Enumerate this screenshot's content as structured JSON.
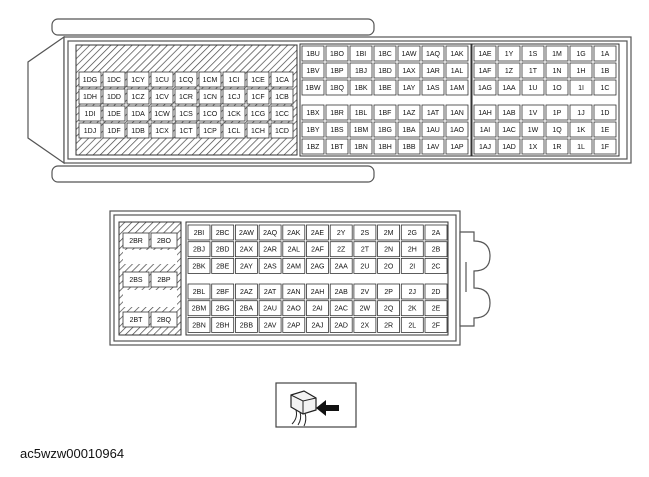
{
  "connector_a": {
    "hatched_block": [
      [
        "1DG",
        "1DC",
        "1CY",
        "1CU",
        "1CQ",
        "1CM",
        "1CI",
        "1CE",
        "1CA"
      ],
      [
        "1DH",
        "1DD",
        "1CZ",
        "1CV",
        "1CR",
        "1CN",
        "1CJ",
        "1CF",
        "1CB"
      ],
      [
        "1DI",
        "1DE",
        "1DA",
        "1CW",
        "1CS",
        "1CO",
        "1CK",
        "1CG",
        "1CC"
      ],
      [
        "1DJ",
        "1DF",
        "1DB",
        "1CX",
        "1CT",
        "1CP",
        "1CL",
        "1CH",
        "1CD"
      ]
    ],
    "block_middle_top": [
      [
        "1BU",
        "1BO",
        "1BI",
        "1BC",
        "1AW",
        "1AQ",
        "1AK"
      ],
      [
        "1BV",
        "1BP",
        "1BJ",
        "1BD",
        "1AX",
        "1AR",
        "1AL"
      ],
      [
        "1BW",
        "1BQ",
        "1BK",
        "1BE",
        "1AY",
        "1AS",
        "1AM"
      ]
    ],
    "block_middle_bottom": [
      [
        "1BX",
        "1BR",
        "1BL",
        "1BF",
        "1AZ",
        "1AT",
        "1AN"
      ],
      [
        "1BY",
        "1BS",
        "1BM",
        "1BG",
        "1BA",
        "1AU",
        "1AO"
      ],
      [
        "1BZ",
        "1BT",
        "1BN",
        "1BH",
        "1BB",
        "1AV",
        "1AP"
      ]
    ],
    "block_right_top": [
      [
        "1AE",
        "1Y",
        "1S",
        "1M",
        "1G",
        "1A"
      ],
      [
        "1AF",
        "1Z",
        "1T",
        "1N",
        "1H",
        "1B"
      ],
      [
        "1AG",
        "1AA",
        "1U",
        "1O",
        "1I",
        "1C"
      ]
    ],
    "block_right_bottom": [
      [
        "1AH",
        "1AB",
        "1V",
        "1P",
        "1J",
        "1D"
      ],
      [
        "1AI",
        "1AC",
        "1W",
        "1Q",
        "1K",
        "1E"
      ],
      [
        "1AJ",
        "1AD",
        "1X",
        "1R",
        "1L",
        "1F"
      ]
    ]
  },
  "connector_b": {
    "left_cells": [
      "2BR",
      "2BO",
      "2BS",
      "2BP",
      "2BT",
      "2BQ"
    ],
    "block_top": [
      [
        "2BI",
        "2BC",
        "2AW",
        "2AQ",
        "2AK",
        "2AE",
        "2Y",
        "2S",
        "2M",
        "2G",
        "2A"
      ],
      [
        "2BJ",
        "2BD",
        "2AX",
        "2AR",
        "2AL",
        "2AF",
        "2Z",
        "2T",
        "2N",
        "2H",
        "2B"
      ],
      [
        "2BK",
        "2BE",
        "2AY",
        "2AS",
        "2AM",
        "2AG",
        "2AA",
        "2U",
        "2O",
        "2I",
        "2C"
      ]
    ],
    "block_bottom": [
      [
        "2BL",
        "2BF",
        "2AZ",
        "2AT",
        "2AN",
        "2AH",
        "2AB",
        "2V",
        "2P",
        "2J",
        "2D"
      ],
      [
        "2BM",
        "2BG",
        "2BA",
        "2AU",
        "2AO",
        "2AI",
        "2AC",
        "2W",
        "2Q",
        "2K",
        "2E"
      ],
      [
        "2BN",
        "2BH",
        "2BB",
        "2AV",
        "2AP",
        "2AJ",
        "2AD",
        "2X",
        "2R",
        "2L",
        "2F"
      ]
    ]
  },
  "icons": {
    "harness_view": "harness-side-view-icon"
  },
  "caption": "ac5wzw00010964"
}
